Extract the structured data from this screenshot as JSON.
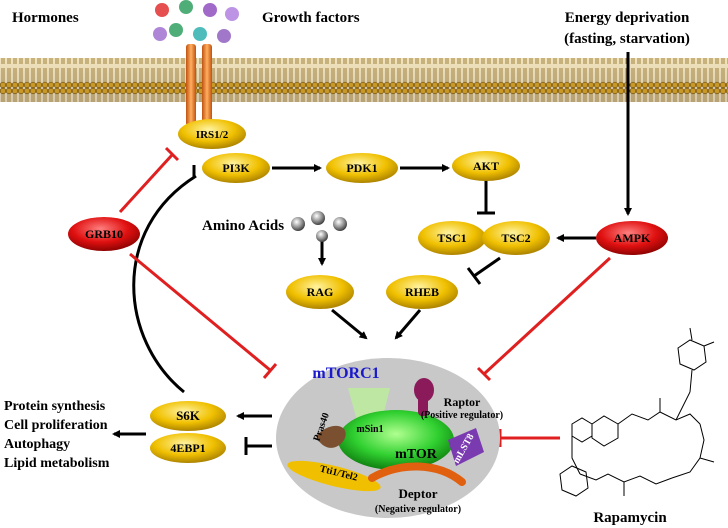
{
  "labels": {
    "hormones": "Hormones",
    "growth_factors": "Growth factors",
    "energy_line1": "Energy deprivation",
    "energy_line2": "(fasting, starvation)",
    "amino_acids": "Amino Acids",
    "mtorc1": "mTORC1",
    "mtor": "mTOR",
    "raptor": "Raptor",
    "raptor_role": "(Positive regulator)",
    "deptor": "Deptor",
    "deptor_role": "(Negative regulator)",
    "pras40": "Pras40",
    "msin1": "mSin1",
    "mlst8": "mLST8",
    "tti1": "Tti1/Tel2",
    "rapamycin": "Rapamycin"
  },
  "nodes": {
    "irs": "IRS1/2",
    "pi3k": "PI3K",
    "pdk1": "PDK1",
    "akt": "AKT",
    "tsc1": "TSC1",
    "tsc2": "TSC2",
    "ampk": "AMPK",
    "grb10": "GRB10",
    "rag": "RAG",
    "rheb": "RHEB",
    "s6k": "S6K",
    "ebp1": "4EBP1"
  },
  "outcomes": [
    "Protein synthesis",
    "Cell  proliferation",
    "Autophagy",
    "Lipid metabolism"
  ],
  "colors": {
    "yellow_node": "#f0c000",
    "red_node": "#e01010",
    "membrane": "#c8a030",
    "inhibition": "#e02020",
    "mtorc1_title": "#1a1acc",
    "complex_bg": "#c8c8c8"
  }
}
